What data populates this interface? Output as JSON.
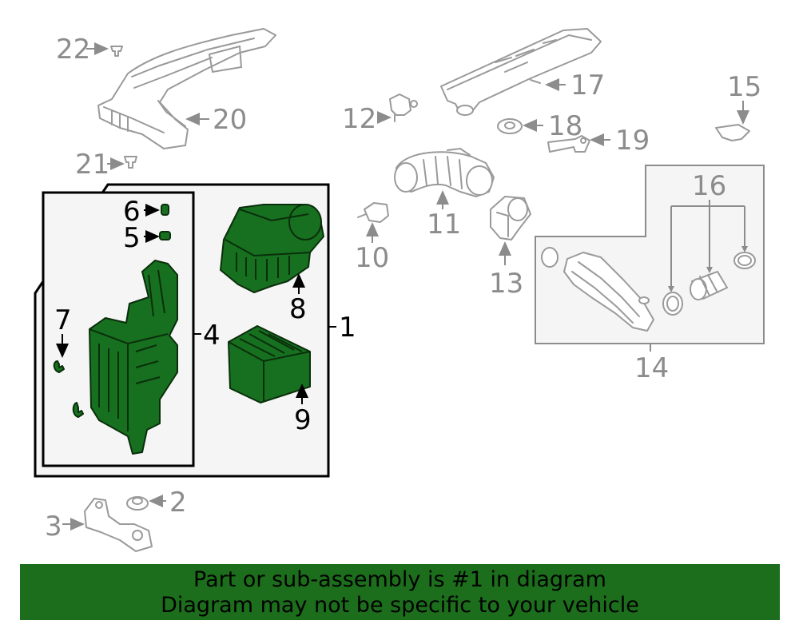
{
  "banner": {
    "line1": "Part or sub-assembly is #1 in diagram",
    "line2": "Diagram may not be specific to your vehicle"
  },
  "colors": {
    "highlight": "#17701f",
    "banner": "#1c6e1c",
    "callout_gray": "#8c8c8c"
  },
  "callouts": {
    "c1": "1",
    "c2": "2",
    "c3": "3",
    "c4": "4",
    "c5": "5",
    "c6": "6",
    "c7": "7",
    "c8": "8",
    "c9": "9",
    "c10": "10",
    "c11": "11",
    "c12": "12",
    "c13": "13",
    "c14": "14",
    "c15": "15",
    "c16": "16",
    "c17": "17",
    "c18": "18",
    "c19": "19",
    "c20": "20",
    "c21": "21",
    "c22": "22"
  }
}
